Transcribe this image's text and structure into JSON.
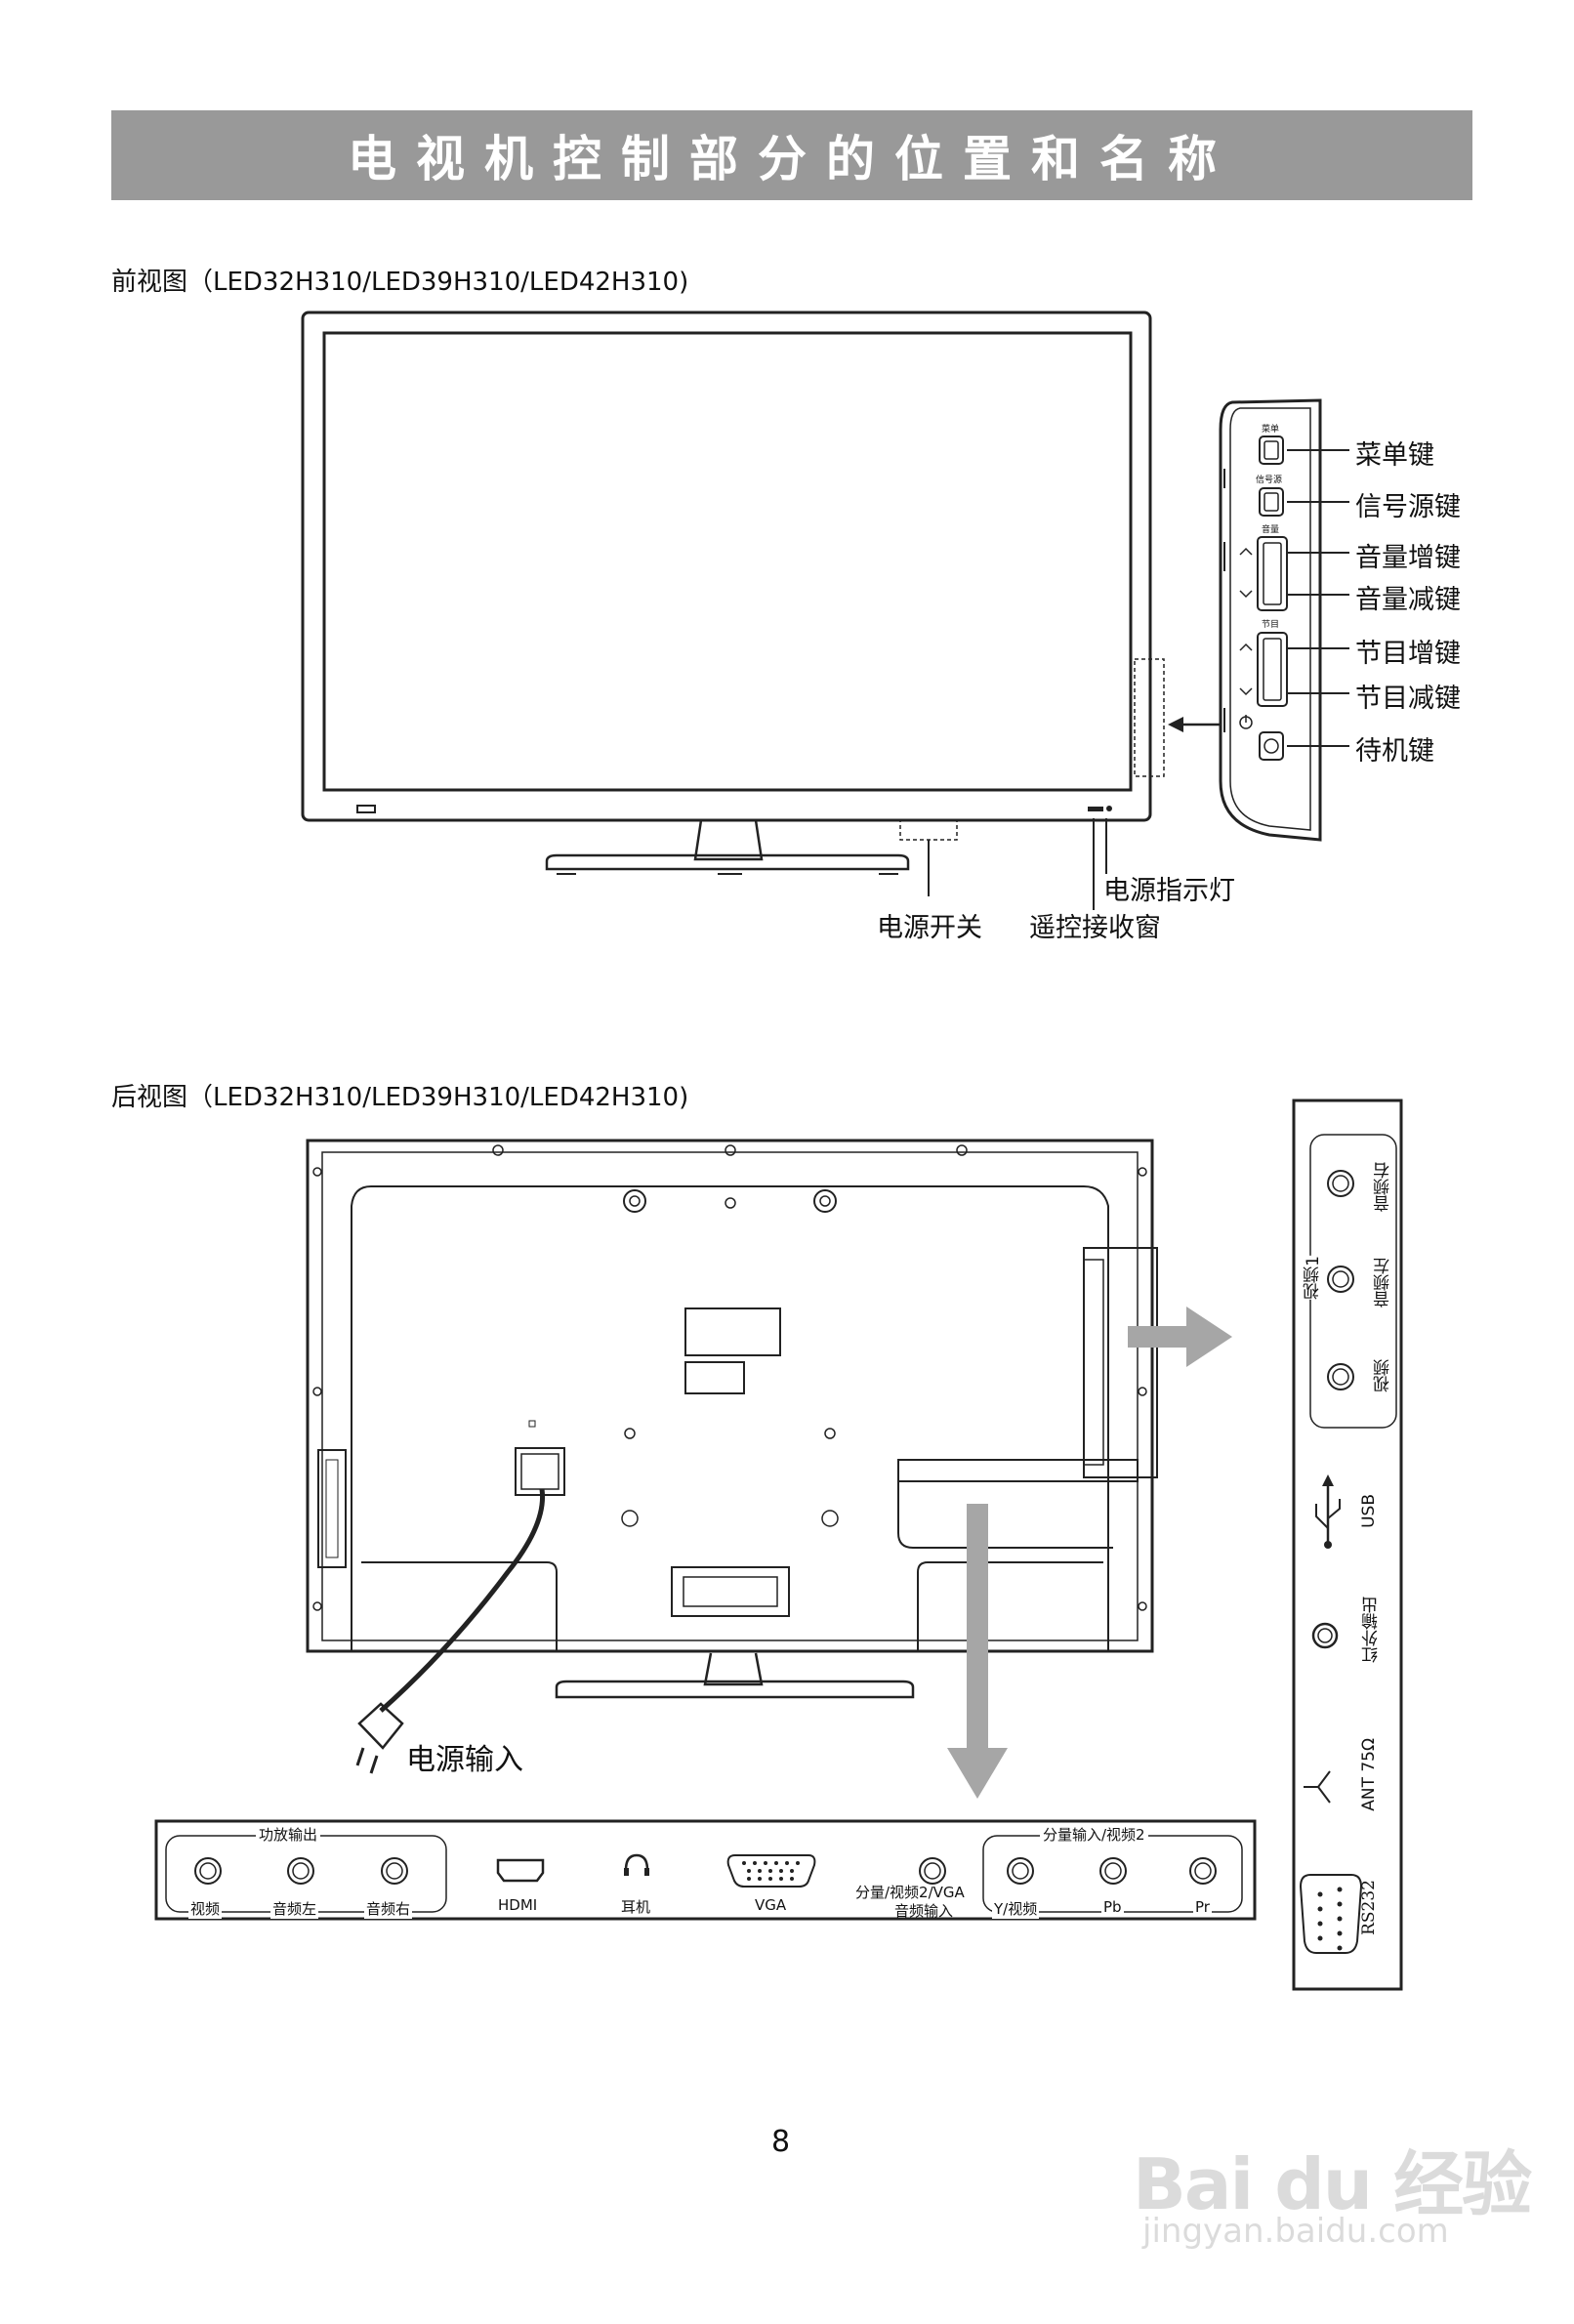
{
  "page": {
    "title": "电视机控制部分的位置和名称",
    "page_number": "8"
  },
  "front": {
    "caption": "前视图（LED32H310/LED39H310/LED42H310)",
    "side_panel_tiny": {
      "menu": "菜单",
      "source": "信号源",
      "volume": "音量",
      "channel": "节目"
    },
    "buttons": [
      "菜单键",
      "信号源键",
      "音量增键",
      "音量减键",
      "节目增键",
      "节目减键",
      "待机键"
    ],
    "power_switch": "电源开关",
    "power_indicator": "电源指示灯",
    "remote_window": "遥控接收窗"
  },
  "back": {
    "caption": "后视图（LED32H310/LED39H310/LED42H310)",
    "power_input": "电源输入",
    "side_panel": {
      "video1_group": "视频1",
      "video1_ports": [
        "音频右",
        "音频左",
        "视频"
      ],
      "usb": "USB",
      "ir_out": "红外输出",
      "ant": "ANT 75Ω",
      "rs232": "RS232"
    },
    "bottom_panel": {
      "amp_group": "功放输出",
      "amp_ports": [
        "视频",
        "音频左",
        "音频右"
      ],
      "hdmi": "HDMI",
      "headphone": "耳机",
      "vga": "VGA",
      "component_audio_line1": "分量/视频2/VGA",
      "component_audio_line2": "音频输入",
      "component_group": "分量输入/视频2",
      "component_ports": [
        "Y/视频",
        "Pb",
        "Pr"
      ]
    }
  },
  "watermark": {
    "logo": "Bai du 经验",
    "url": "jingyan.baidu.com"
  },
  "colors": {
    "banner": "#999999",
    "banner_text": "#ffffff",
    "arrow": "#a6a6a6"
  }
}
